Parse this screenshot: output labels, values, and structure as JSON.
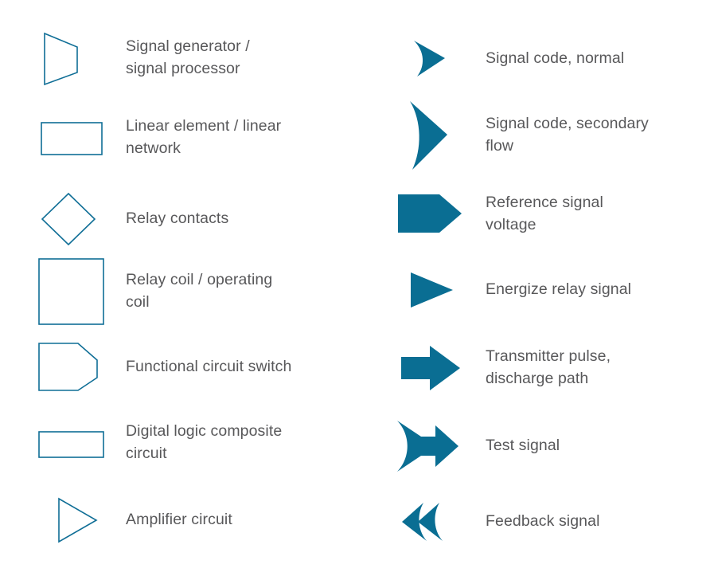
{
  "page": {
    "title": "Signal flow symbols legend",
    "background_color": "#ffffff"
  },
  "palette": {
    "stroke_blue": "#0f6e96",
    "fill_blue": "#0a6e93",
    "label_gray": "#58585a"
  },
  "legend": {
    "left_column": [
      {
        "icon": "trapezoid-right-taper-outline-icon",
        "label": "Signal generator /\nsignal processor"
      },
      {
        "icon": "rectangle-outline-icon",
        "label": "Linear element / linear\nnetwork"
      },
      {
        "icon": "diamond-outline-icon",
        "label": "Relay contacts"
      },
      {
        "icon": "square-outline-icon",
        "label": "Relay coil / operating\ncoil"
      },
      {
        "icon": "pentagon-right-point-outline-icon",
        "label": "Functional circuit switch"
      },
      {
        "icon": "wide-rectangle-outline-icon",
        "label": "Digital logic composite\ncircuit"
      },
      {
        "icon": "triangle-right-outline-icon",
        "label": "Amplifier circuit"
      }
    ],
    "right_column": [
      {
        "icon": "crescent-arrowhead-small-icon",
        "label": "Signal code, normal"
      },
      {
        "icon": "crescent-arrowhead-tall-icon",
        "label": "Signal code, secondary\nflow"
      },
      {
        "icon": "pentagon-block-arrow-filled-icon",
        "label": "Reference signal\nvoltage"
      },
      {
        "icon": "triangle-right-filled-icon",
        "label": "Energize relay signal"
      },
      {
        "icon": "block-arrow-right-filled-icon",
        "label": "Transmitter pulse,\ndischarge path"
      },
      {
        "icon": "block-arrow-concave-tail-icon",
        "label": "Test signal"
      },
      {
        "icon": "double-chevron-left-icon",
        "label": "Feedback signal"
      }
    ]
  }
}
